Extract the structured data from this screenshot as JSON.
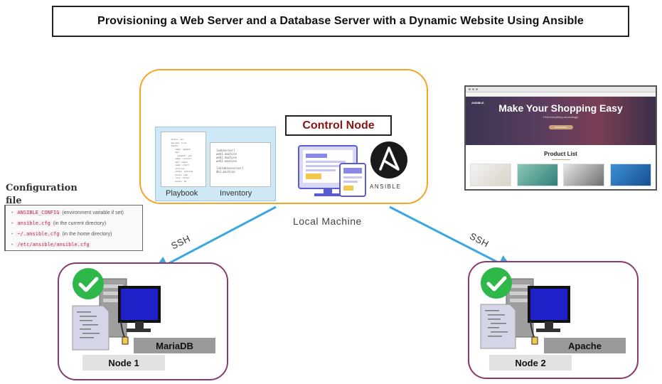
{
  "title": "Provisioning a Web Server and a Database Server with a Dynamic Website Using Ansible",
  "control": {
    "label": "Control Node",
    "local_machine": "Local Machine",
    "playbook_label": "Playbook",
    "inventory_label": "Inventory",
    "ansible_label": "ANSIBLE",
    "inventory_lines": [
      "[webserver]",
      "web1.machine",
      "web2.machine",
      "web3.machine",
      "",
      "[databaseserver]",
      "db1.machine"
    ]
  },
  "config": {
    "title": "Configuration file",
    "items": [
      {
        "code": "ANSIBLE_CONFIG",
        "note": "(environment variable if set)"
      },
      {
        "code": "ansible.cfg",
        "note": "(in the current directory)"
      },
      {
        "code": "~/.ansible.cfg",
        "note": "(in the home directory)"
      },
      {
        "code": "/etc/ansible/ansible.cfg",
        "note": ""
      }
    ]
  },
  "website": {
    "hero_title": "Make Your Shopping Easy",
    "brand": "ANSIBLE",
    "subtitle": "Find everything accordingly",
    "button": "SHOP NOW",
    "product_list": "Product List"
  },
  "connections": {
    "left_label": "SSH",
    "right_label": "SSH"
  },
  "nodes": [
    {
      "name": "Node 1",
      "service": "MariaDB"
    },
    {
      "name": "Node 2",
      "service": "Apache"
    }
  ],
  "colors": {
    "control_border": "#f5a52a",
    "node_border": "#8b3a6b",
    "arrow": "#3aa8e0",
    "check": "#2eb84a",
    "control_label_text": "#8b1414",
    "monitor_blue": "#1e22c8"
  }
}
